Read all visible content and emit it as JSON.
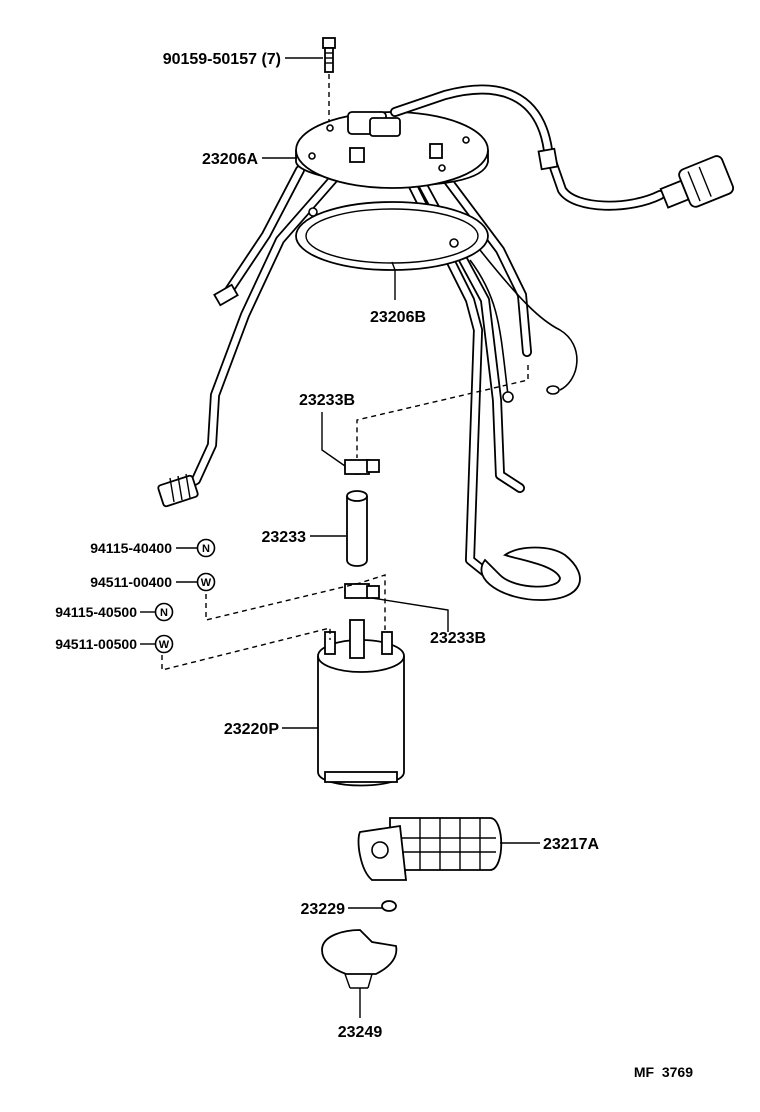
{
  "parts": {
    "bolt": "90159-50157 (7)",
    "plate_gauge": "23206A",
    "gasket": "23206B",
    "clamp_upper": "23233B",
    "hose": "23233",
    "nut_m4": "94115-40400",
    "washer_m4": "94511-00400",
    "nut_m5": "94115-40500",
    "washer_m5": "94511-00500",
    "clamp_lower": "23233B",
    "fuel_pump": "23220P",
    "filter": "23217A",
    "clip": "23229",
    "cushion": "23249"
  },
  "symbols": {
    "nut": "N",
    "washer": "W"
  },
  "figure_code": "MF  3769"
}
